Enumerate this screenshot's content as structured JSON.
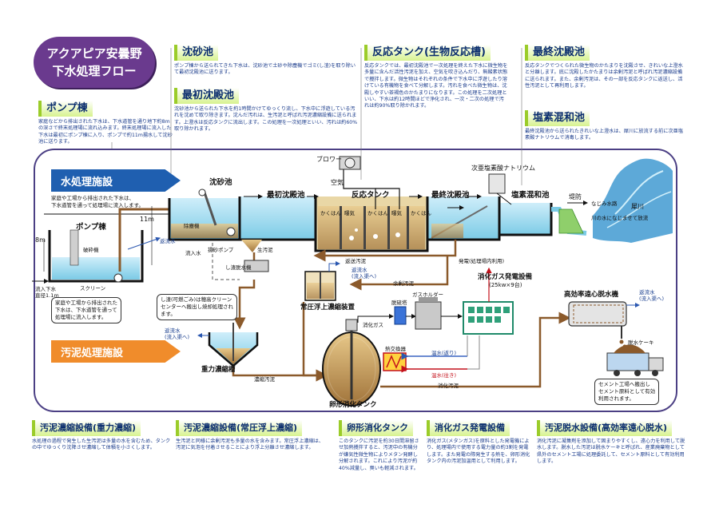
{
  "title": {
    "line1": "アクアピア安曇野",
    "line2": "下水処理フロー"
  },
  "top_sections": {
    "pump": {
      "heading": "ポンプ棟",
      "text": "家庭などから排出された下水は、下水道管を通り地下約8mの深さで終末処理場に流れ込みます。終末処理場に流入した下水は最初にポンプ棟に入り、ポンプで約11m揚水して沈砂池に送ります。"
    },
    "grit": {
      "heading": "沈砂池",
      "text": "ポンプ棟から送られてきた下水は、沈砂池で土砂や除塵機でゴミ(し渣)を取り除いて最初沈殿池に送ります。"
    },
    "primary": {
      "heading": "最初沈殿池",
      "text": "沈砂池から送られた下水を約1時間かけてゆっくり流し、下水中に浮遊している汚れを沈めて取り除きます。沈んだ汚れは、生汚泥と呼ばれ汚泥濃縮設備に送られます。上澄水は反応タンクに流出します。この処理を一次処理といい、汚れは約60%取り除かれます。"
    },
    "reaction": {
      "heading": "反応タンク(生物反応槽)",
      "text": "反応タンクでは、最初沈殿池で一次処理を終えた下水に微生物を多量に含んだ活性汚泥を加え、空気を吹き込んだり、無酸素状態で攪拌します。微生物はそれぞれの条件で下水中に浮遊したり溶けている有機物を食べて分解します。汚れを食べた微生物は、沈殿しやすい茶褐色のかたまりになります。この処理を二次処理といい、下水は約12時間ほどで浄化され、一次・二次の処理で汚れは約90%取り除かれます。"
    },
    "final": {
      "heading": "最終沈殿池",
      "text": "反応タンクでつくられた微生物のかたまりを沈殿させ、きれいな上澄水と分離します。底に沈殿したかたまりは余剰汚泥と呼ばれ汚泥濃縮設備に送られます。また、余剰汚泥は、その一部を反応タンクに返送し、活性汚泥として再利用します。"
    },
    "chlorine": {
      "heading": "塩素混和池",
      "text": "最終沈殿池から送られたきれいな上澄水は、犀川に放流する前に次亜塩素酸ナトリウムで消毒します。"
    }
  },
  "sections": {
    "water": "水処理施設",
    "sludge": "汚泥処理施設"
  },
  "labels": {
    "grit_chamber": "沈砂池",
    "primary_clarifier": "最初沈殿池",
    "reaction_tank": "反応タンク",
    "final_clarifier": "最終沈殿池",
    "chlorine_tank": "塩素混和池",
    "pump_building": "ポンプ棟",
    "blower": "ブロワー",
    "air": "空気",
    "hypochlorite": "次亜塩素酸ナトリウム",
    "embankment": "堤防",
    "mixer": "かくはん",
    "aeration": "曝気",
    "depth_8m": "8m",
    "height_11m": "11m",
    "crusher": "破砕機",
    "screen": "スクリーン",
    "influent": "流入下水\n直径1.1m",
    "dust_remover": "除塵機",
    "lift_pump": "揚砂ポンプ",
    "inflow_water": "流入水",
    "return_water_1": "返流水",
    "raw_sludge": "生汚泥",
    "screenings_dewaterer": "し渣脱水機",
    "return_sludge": "返送汚泥",
    "excess_sludge": "余剰汚泥",
    "return_flow_lbl": "返流水\n(流入渠へ)",
    "daf": "常圧浮上濃縮装置",
    "gravity_thickener": "重力濃縮槽",
    "thickened_sludge": "濃縮汚泥",
    "desulfurizer": "脱硫塔",
    "gas_holder": "ガスホルダー",
    "digester_gas": "消化ガス",
    "heat_exchanger": "熱交換器",
    "hot_return": "温水(返り)",
    "hot_supply": "温水(往き)",
    "digestion_tank": "卵形消化タンク",
    "digested_sludge": "消化汚泥",
    "power_use": "発電(処理場内利用)",
    "gen_title": "消化ガス発電設備",
    "gen_spec": "(25kw×9台)",
    "centrifuge": "高効率遠心脱水機",
    "return_flow_lbl2": "返流水\n(流入渠へ)",
    "return_flow_lbl3": "返流水\n(流入渠へ)",
    "cake": "脱水ケーキ",
    "cement_note": "セメント工場へ搬出し\nセメント原料として有効\n利用されます。",
    "river": "犀川",
    "nagomi": "なじみ水路",
    "river_note": "川の水になじませて放流",
    "note_home1": "家庭や工場から排出された下水は、\n下水道管を通って処理場に流入します。",
    "note_home2": "家庭や工場から排出された\n下水は、下水道管を通って\n処理場に流入します。",
    "note_screenings": "し渣(可燃ごみ)は穂高クリーン\nセンターへ搬出し焼却処理され\nます。"
  },
  "bottom_sections": {
    "gravity": {
      "heading": "汚泥濃縮設備(重力濃縮)",
      "text": "水処理の過程で発生した生汚泥は多量の水を含むため、タンクの中でゆっくり沈降させ濃縮して体積を小さくします。"
    },
    "floatation": {
      "heading": "汚泥濃縮設備(常圧浮上濃縮)",
      "text": "生汚泥と同様に余剰汚泥も多量の水を含みます。常圧浮上濃縮は、汚泥に気泡を付着させることにより浮上分離させ濃縮します。"
    },
    "digestion": {
      "heading": "卵形消化タンク",
      "text": "このタンクに汚泥を約30日間滞留させ加熱攪拌すると、汚泥中の有機分が嫌気性微生物によりメタン発酵し分解されます。これにより汚泥が約40%減量し、臭いも軽減されます。"
    },
    "generation": {
      "heading": "消化ガス発電設備",
      "text": "消化ガス(メタンガス)を原料とした発電機により、処理場内で使用する電力量の約3割を発電します。また発電の際発生する熱を、卵形消化タンク内の汚泥加温用として利用します。"
    },
    "dewatering": {
      "heading": "汚泥脱水設備(高効率遠心脱水)",
      "text": "消化汚泥に凝集剤を添加して固まりやすくし、遠心力を利用して脱水します。脱水した汚泥は脱水ケーキと呼ばれ、産業廃棄物として県外のセメント工場に処理委託して、セメント原料として有効利用します。"
    }
  },
  "colors": {
    "purple": "#6a3a8e",
    "navy_frame": "#4b3f84",
    "water_arrow": "#1f5fb0",
    "sludge_arrow": "#f08c2b",
    "pipe_brown": "#8b5a2b",
    "water_cyan": "#8fd6ee"
  }
}
